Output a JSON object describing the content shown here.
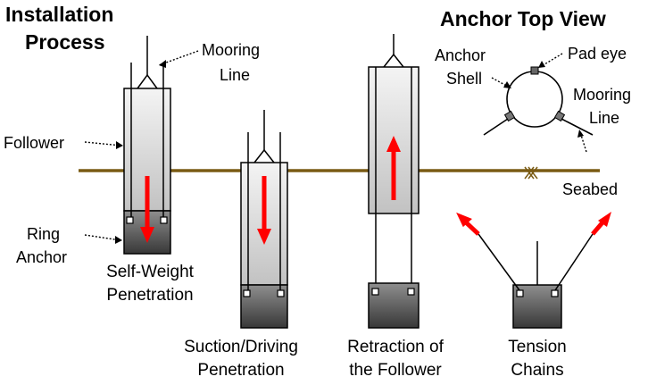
{
  "titles": {
    "process_line1": "Installation",
    "process_line2": "Process",
    "top_view": "Anchor Top View"
  },
  "labels": {
    "mooring_line_1": "Mooring",
    "mooring_line_2": "Line",
    "follower": "Follower",
    "ring_anchor_1": "Ring",
    "ring_anchor_2": "Anchor",
    "anchor_shell_1": "Anchor",
    "anchor_shell_2": "Shell",
    "pad_eye": "Pad eye",
    "top_mooring_1": "Mooring",
    "top_mooring_2": "Line",
    "seabed": "Seabed"
  },
  "stages": [
    {
      "line1": "Self-Weight",
      "line2": "Penetration"
    },
    {
      "line1": "Suction/Driving",
      "line2": "Penetration"
    },
    {
      "line1": "Retraction of",
      "line2": "the Follower"
    },
    {
      "line1": "Tension",
      "line2": "Chains"
    }
  ],
  "colors": {
    "seabed": "#7a5b14",
    "arrow": "#ff0000",
    "follower_top": "#f4f4f4",
    "follower_bottom": "#c4c4c4",
    "anchor_top": "#8c8c8c",
    "anchor_bottom": "#3a3a3a",
    "pad_eye": "#555555",
    "pad_eye_side": "#777777"
  }
}
